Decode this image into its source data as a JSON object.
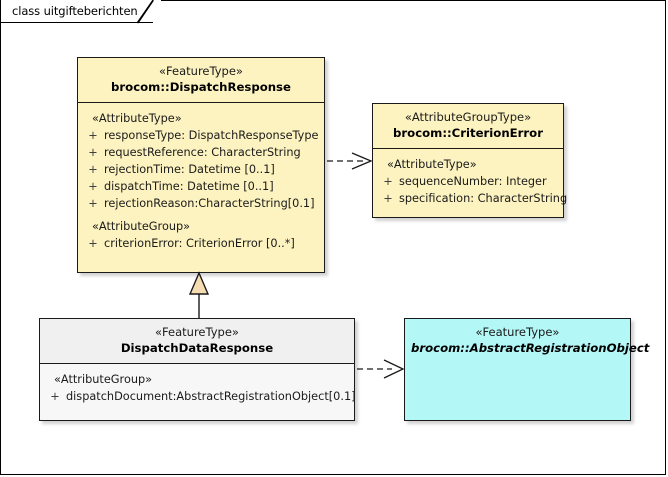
{
  "diagram": {
    "tab_label": "class uitgifteberichten",
    "colors": {
      "featuretype_fill": "#fdf3c0",
      "plain_fill": "#f0f0f0",
      "abstract_fill": "#b3f7f7",
      "border": "#1a1a1a",
      "generalization_arrow_fill": "#f5dcb3",
      "canvas": "#ffffff"
    }
  },
  "nodes": {
    "dispatch_response": {
      "stereotype": "«FeatureType»",
      "title": "brocom::DispatchResponse",
      "sections": [
        {
          "group": "«AttributeType»",
          "attributes": [
            {
              "visibility": "+",
              "text": "responseType: DispatchResponseType"
            },
            {
              "visibility": "+",
              "text": "requestReference: CharacterString"
            },
            {
              "visibility": "+",
              "text": "rejectionTime: Datetime [0..1]"
            },
            {
              "visibility": "+",
              "text": "dispatchTime: Datetime [0..1]"
            },
            {
              "visibility": "+",
              "text": "rejectionReason:CharacterString[0.1]"
            }
          ]
        },
        {
          "group": "«AttributeGroup»",
          "attributes": [
            {
              "visibility": "+",
              "text": "criterionError: CriterionError [0..*]"
            }
          ]
        }
      ]
    },
    "criterion_error": {
      "stereotype": "«AttributeGroupType»",
      "title": "brocom::CriterionError",
      "sections": [
        {
          "group": "«AttributeType»",
          "attributes": [
            {
              "visibility": "+",
              "text": "sequenceNumber: Integer"
            },
            {
              "visibility": "+",
              "text": "specification: CharacterString"
            }
          ]
        }
      ]
    },
    "dispatch_data_response": {
      "stereotype": "«FeatureType»",
      "title": "DispatchDataResponse",
      "sections": [
        {
          "group": "«AttributeGroup»",
          "attributes": [
            {
              "visibility": "+",
              "text": "dispatchDocument:AbstractRegistrationObject[0.1]"
            }
          ]
        }
      ]
    },
    "abstract_registration_object": {
      "stereotype": "«FeatureType»",
      "title": "brocom::AbstractRegistrationObject",
      "sections": []
    }
  },
  "connectors": [
    {
      "name": "dependency-dispatchresponse-to-criterionerror",
      "kind": "dependency",
      "style": "dashed-open-arrow",
      "from": "dispatch_response",
      "to": "criterion_error"
    },
    {
      "name": "generalization-dispatchdataresponse-to-dispatchresponse",
      "kind": "generalization",
      "style": "solid-hollow-triangle",
      "from": "dispatch_data_response",
      "to": "dispatch_response"
    },
    {
      "name": "dependency-dispatchdataresponse-to-abstractregistrationobject",
      "kind": "dependency",
      "style": "dashed-open-arrow",
      "from": "dispatch_data_response",
      "to": "abstract_registration_object"
    }
  ]
}
